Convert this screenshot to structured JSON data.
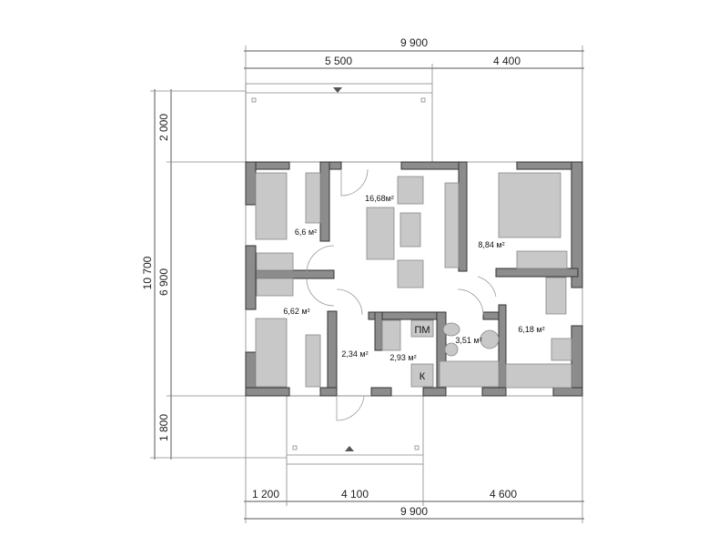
{
  "dimensions": {
    "top_total": "9 900",
    "top_left": "5 500",
    "top_right": "4 400",
    "bottom_total": "9 900",
    "bottom_a": "1 200",
    "bottom_b": "4 100",
    "bottom_c": "4 600",
    "left_total": "10 700",
    "left_main": "6 900",
    "left_top": "2 000",
    "left_bottom": "1 800"
  },
  "rooms": [
    {
      "name": "living-room",
      "area": "16,68м²"
    },
    {
      "name": "bedroom-top-left",
      "area": "6,6 м²"
    },
    {
      "name": "bedroom-bottom-left",
      "area": "6,62 м²"
    },
    {
      "name": "master-bedroom",
      "area": "8,84 м²"
    },
    {
      "name": "hallway",
      "area": "2,34 м²"
    },
    {
      "name": "utility",
      "area": "2,93 м²"
    },
    {
      "name": "bathroom",
      "area": "3,51 м²"
    },
    {
      "name": "kitchen",
      "area": "6,18 м²"
    }
  ],
  "labels": {
    "washer": "ПМ",
    "boiler": "К"
  }
}
